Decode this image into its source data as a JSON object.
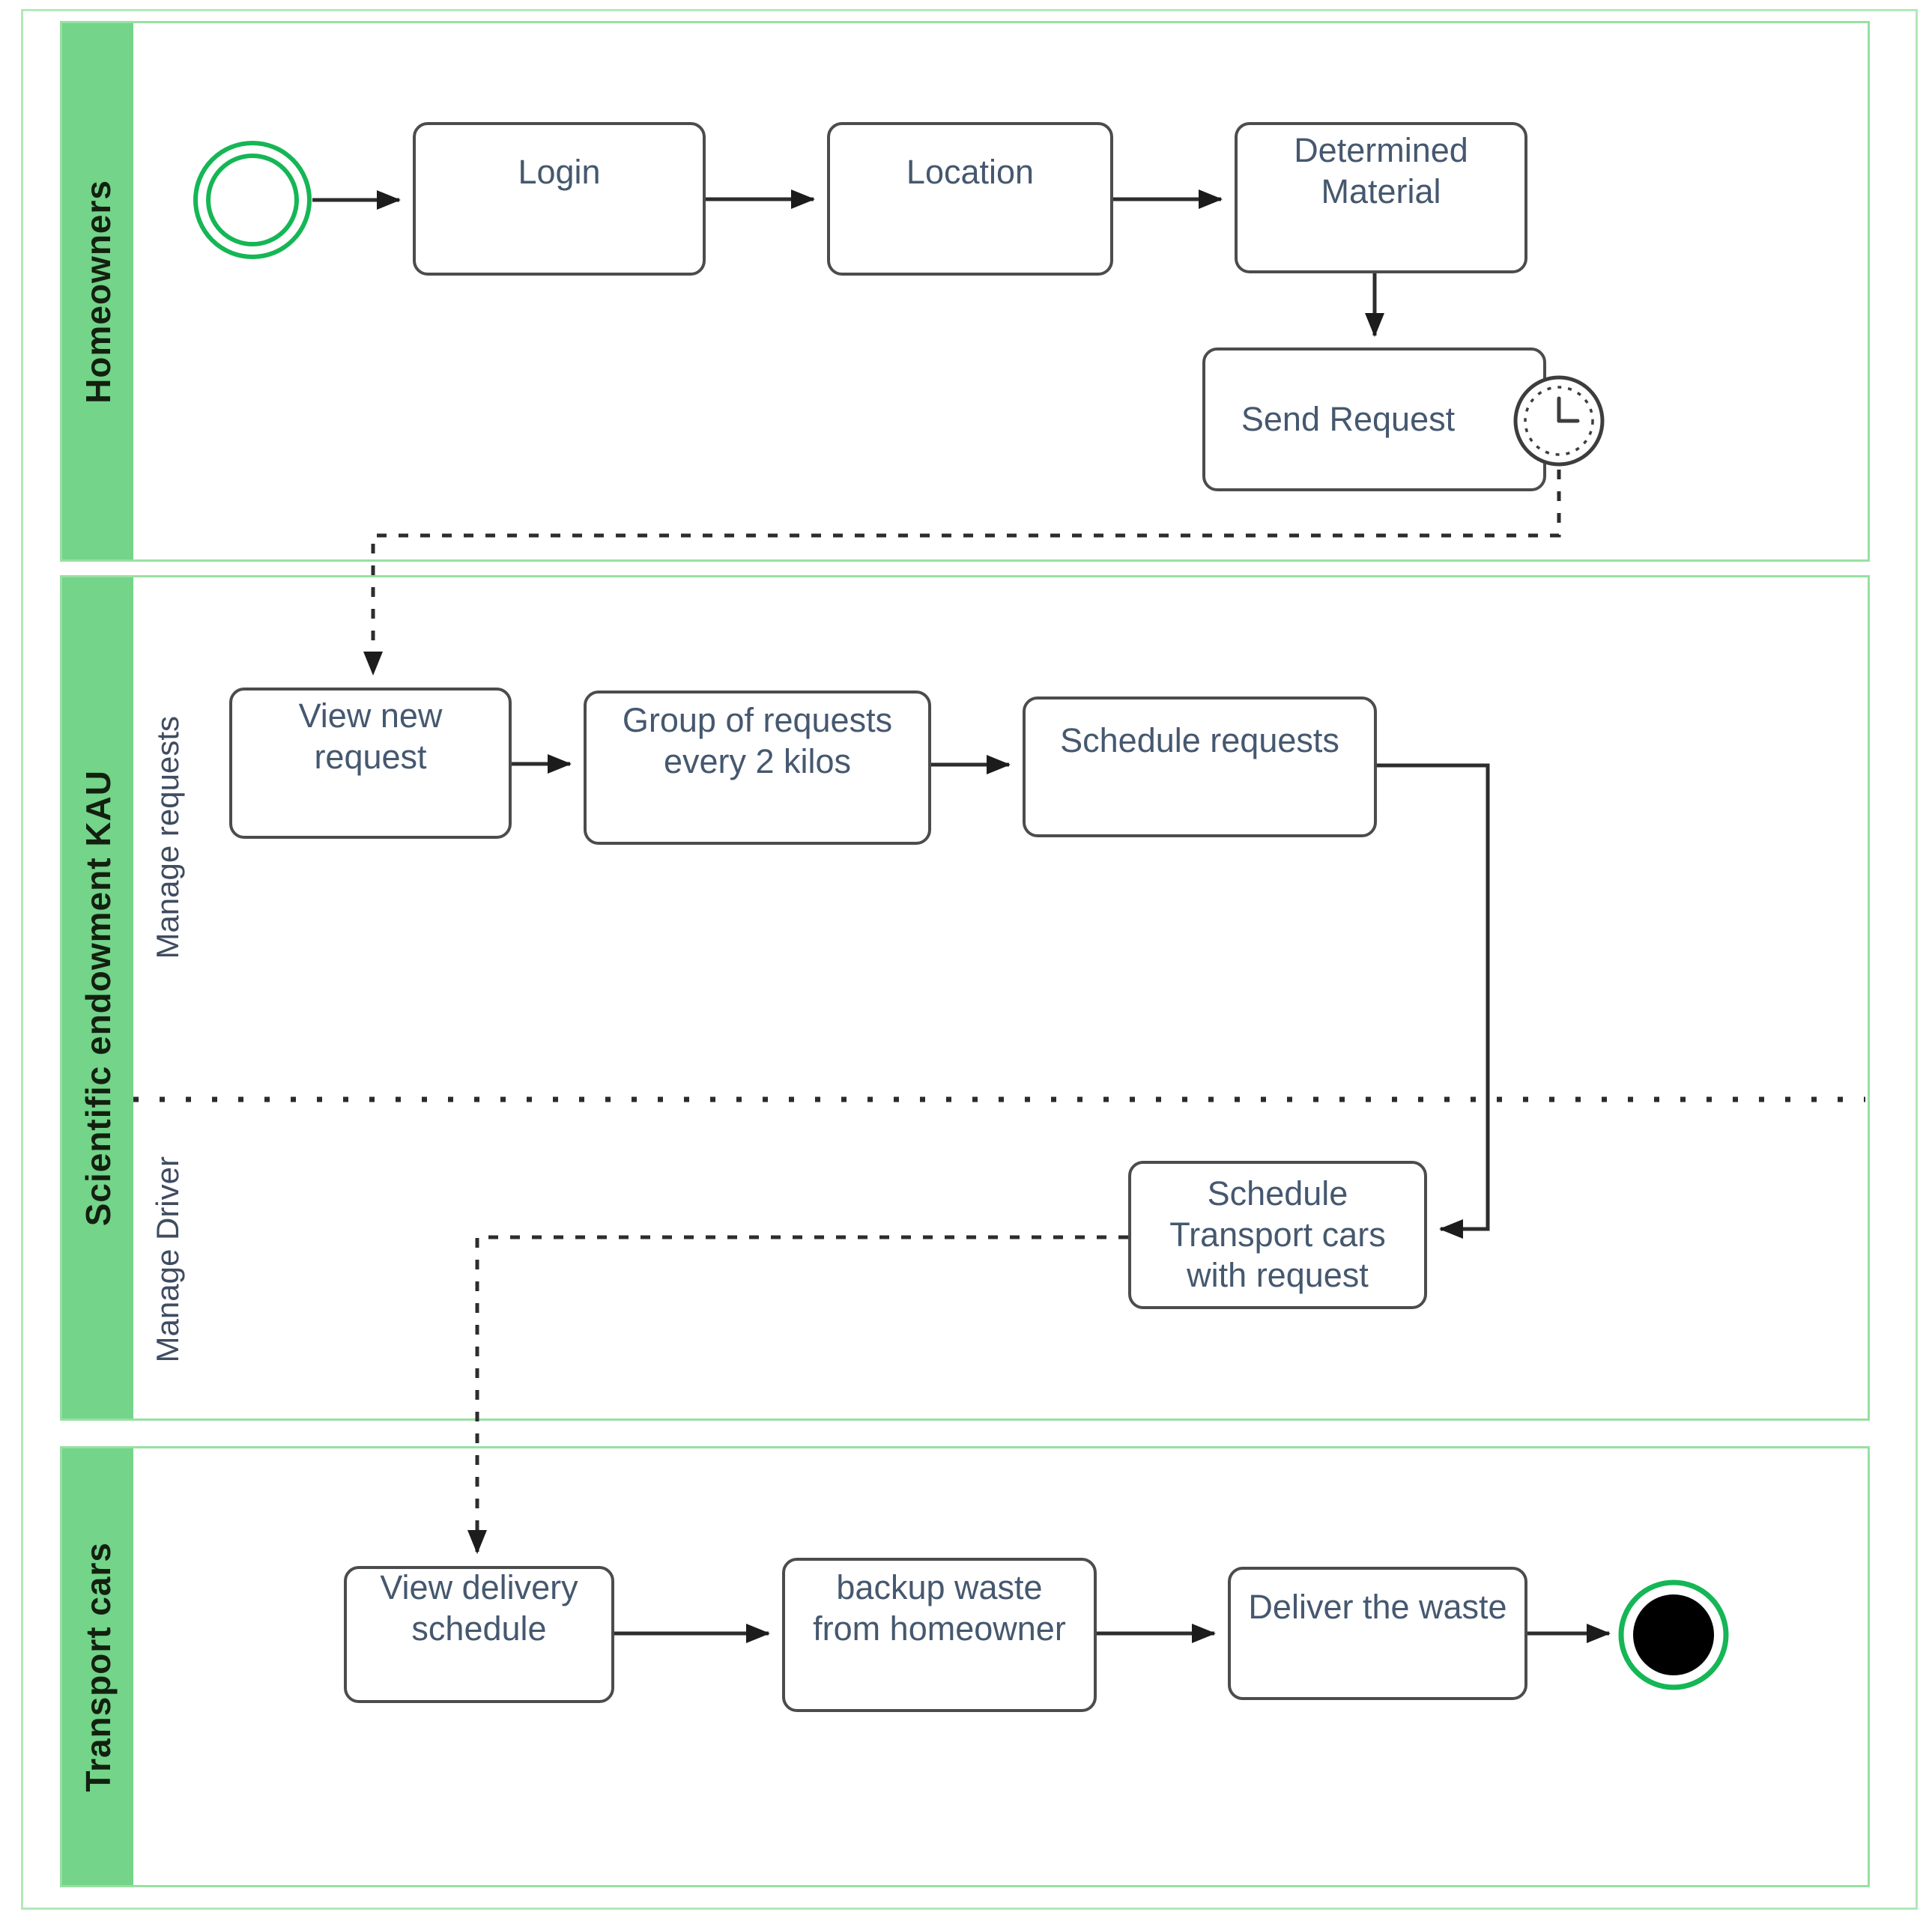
{
  "diagram": {
    "type": "BPMN swimlane process diagram",
    "lanes": [
      {
        "label": "Homeowners"
      },
      {
        "label": "Scientific endowment KAU",
        "sublanes": [
          {
            "label": "Manage requests"
          },
          {
            "label": "Manage Driver"
          }
        ]
      },
      {
        "label": "Transport cars"
      }
    ],
    "tasks": {
      "login": {
        "label": "Login"
      },
      "location": {
        "label": "Location"
      },
      "determined_material": {
        "label": "Determined\nMaterial"
      },
      "send_request": {
        "label": "Send Request"
      },
      "view_new_request": {
        "label": "View new\nrequest"
      },
      "group_requests": {
        "label": "Group of requests\nevery 2 kilos"
      },
      "schedule_requests": {
        "label": "Schedule requests"
      },
      "schedule_transport": {
        "label": "Schedule\nTransport cars\nwith request"
      },
      "view_delivery": {
        "label": "View delivery\nschedule"
      },
      "backup_waste": {
        "label": "backup waste\nfrom homeowner"
      },
      "deliver_waste": {
        "label": "Deliver the waste"
      }
    },
    "events": {
      "start": {
        "icon": "start-event-icon",
        "shape": "double green circle"
      },
      "timer": {
        "icon": "timer-clock-icon",
        "shape": "boundary clock on Send Request"
      },
      "end": {
        "icon": "end-event-icon",
        "shape": "filled black circle with green ring"
      }
    },
    "colors": {
      "lane_bar_green": "#73d48a",
      "lane_border_green": "#98e0a2",
      "pool_border_green": "#b2e8b8",
      "event_green": "#15b655",
      "connector_dark": "#2d2d2d",
      "task_border": "#4c4c4c",
      "task_text": "#45586f"
    }
  }
}
